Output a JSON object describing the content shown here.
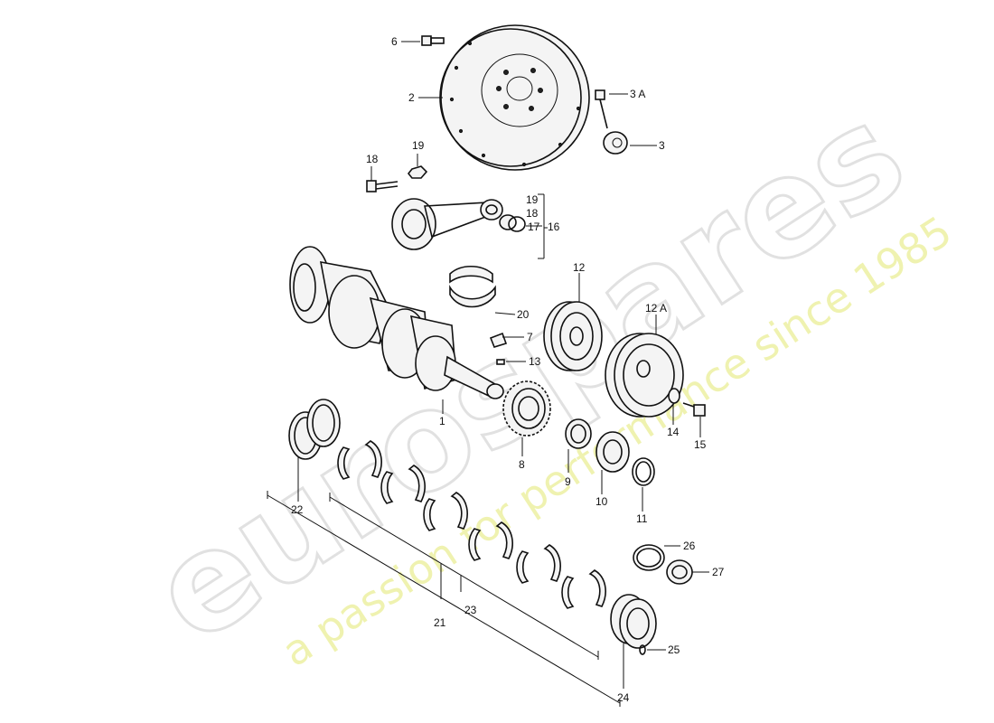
{
  "watermark": {
    "logo": "eurospares",
    "tagline": "a passion for performance since 1985",
    "logo_color": "#dcdcdc",
    "tagline_color": "#e8ec8a"
  },
  "callouts": {
    "c1": "1",
    "c2": "2",
    "c3": "3",
    "c3a": "3 A",
    "c6": "6",
    "c7": "7",
    "c8": "8",
    "c9": "9",
    "c10": "10",
    "c11": "11",
    "c12": "12",
    "c12a": "12 A",
    "c13": "13",
    "c14": "14",
    "c15": "15",
    "c16": "16",
    "c17": "17",
    "c18a": "18",
    "c19a": "19",
    "c19b": "19",
    "c18b": "18",
    "c20": "20",
    "c21": "21",
    "c22": "22",
    "c23": "23",
    "c24": "24",
    "c25": "25",
    "c26": "26",
    "c27": "27"
  }
}
